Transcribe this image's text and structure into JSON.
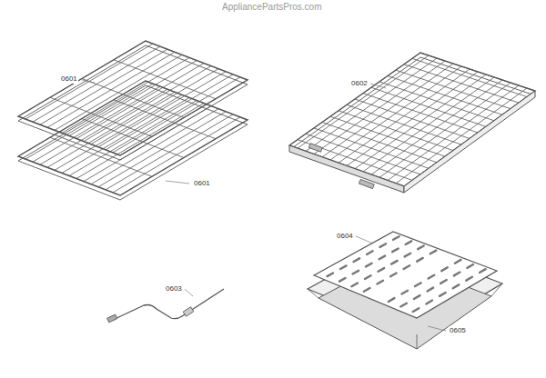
{
  "diagram": {
    "labels": [
      "AppliancePartsPros.com",
      "0601",
      "0602",
      "0601",
      "0604",
      "0603",
      "0605"
    ]
  }
}
